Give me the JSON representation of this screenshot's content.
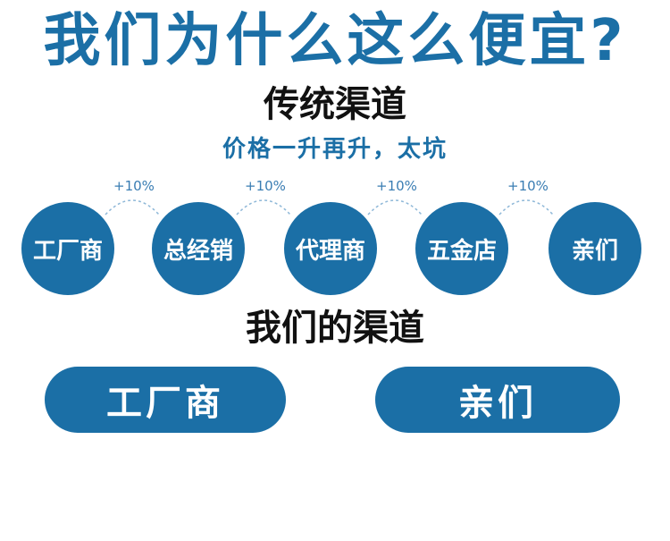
{
  "headline": "我们为什么这么便宜?",
  "traditional": {
    "title": "传统渠道",
    "subtitle": "价格一升再升，太坑",
    "steps": [
      "工厂商",
      "总经销",
      "代理商",
      "五金店",
      "亲们"
    ],
    "markups": [
      "+10%",
      "+10%",
      "+10%",
      "+10%"
    ]
  },
  "ours": {
    "title": "我们的渠道",
    "steps": [
      "工厂商",
      "亲们"
    ]
  },
  "colors": {
    "accent": "#1b6fa6",
    "markup_text": "#3a7db3"
  }
}
